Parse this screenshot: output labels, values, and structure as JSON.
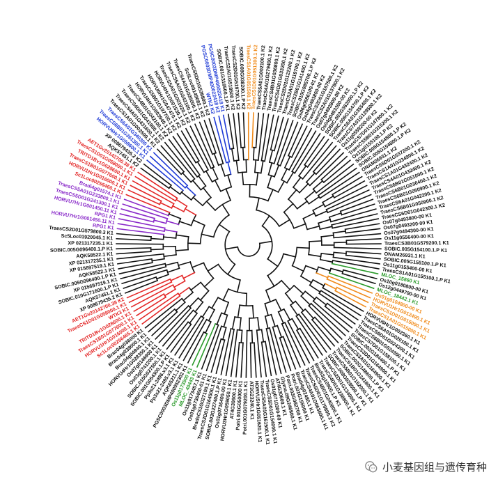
{
  "watermark": {
    "text": "小麦基因组与遗传育种",
    "icon": "wechat-icon"
  },
  "colors": {
    "black": "#111111",
    "blue": "#1f3bd6",
    "red": "#e32626",
    "purple": "#8a2bc9",
    "orange": "#f08b1b",
    "green": "#2a9a2a"
  },
  "tree": {
    "start_angle_deg": -101,
    "end_angle_deg": 257,
    "leaves": [
      {
        "label": "PGSC0003DMP400022418 K1",
        "color": "blue"
      },
      {
        "label": "SOBIC.001G316500.1.P K1",
        "color": "black"
      },
      {
        "label": "TraesCS2A01G518500.1 K2",
        "color": "black"
      },
      {
        "label": "TraesCS2D01G519700.1 K2",
        "color": "black"
      },
      {
        "label": "SOBIC.008G038200.1.P K2",
        "color": "black"
      },
      {
        "label": "TraesCS1A01G051500.1 K2",
        "color": "orange"
      },
      {
        "label": "TraesCS1D01G051300.1 K2",
        "color": "orange"
      },
      {
        "label": "TraesCS5A01G002100.1 K2",
        "color": "black"
      },
      {
        "label": "TraesCS4A01G279400.1 K2",
        "color": "black"
      },
      {
        "label": "TraesCS4B01G036800.1 K2",
        "color": "black"
      },
      {
        "label": "TraesCS4D01G033200.1 K2",
        "color": "black"
      },
      {
        "label": "TraesCS2D01G122200.1 K2",
        "color": "black"
      },
      {
        "label": "TraesCS2A01G119700.1 K2",
        "color": "black"
      },
      {
        "label": "TraesCS2B01G141400.1 K2",
        "color": "black"
      },
      {
        "label": "SOBIC.010G085700.1.P K2",
        "color": "black"
      },
      {
        "label": "Os06g0586100-01 K2",
        "color": "black"
      },
      {
        "label": "Os04g0493800-00 K2",
        "color": "black"
      },
      {
        "label": "TraesCS2D01G167500.1 K2",
        "color": "black"
      },
      {
        "label": "TraesCS2A01G137800.1 K2",
        "color": "black"
      },
      {
        "label": "Os07g0493800-00 K2",
        "color": "black"
      },
      {
        "label": "Os04g0493300-00 K2",
        "color": "black"
      },
      {
        "label": "SOBIC.002G362000.1.P K2",
        "color": "black"
      },
      {
        "label": "SOBIC.006G154700.1.P K2",
        "color": "black"
      },
      {
        "label": "TraesCS6A01G355400.1 K2",
        "color": "black"
      },
      {
        "label": "TraesCS7A01G129500.1 K2",
        "color": "black"
      },
      {
        "label": "Os11g0559200-00 K2",
        "color": "black"
      },
      {
        "label": "TraesCS7D01G147900.1 K2",
        "color": "black"
      },
      {
        "label": "TraesCS5B01G315200.1 K2",
        "color": "black"
      },
      {
        "label": "Os11g0155100.1.P K2",
        "color": "black"
      },
      {
        "label": "SOBIC.005G154800.1.P K2",
        "color": "black"
      },
      {
        "label": "SOBIC.005G154800.1.P K2",
        "color": "black"
      },
      {
        "label": "ONAM26931.1 K2",
        "color": "black"
      },
      {
        "label": "TraesCS5D01G537200.1 K2",
        "color": "black"
      },
      {
        "label": "TraesCS1A01G334900.1 K2",
        "color": "black"
      },
      {
        "label": "TraesCS1A01G432400.1 K2",
        "color": "black"
      },
      {
        "label": "TraesCS4A01G432400.1 K2",
        "color": "black"
      },
      {
        "label": "TraesCS6B01G051000.1 K2",
        "color": "black"
      },
      {
        "label": "TraesCS6B01G036400.1 K2",
        "color": "black"
      },
      {
        "label": "TraesCS6B01G050900.1 K2",
        "color": "black"
      },
      {
        "label": "TraesCS6A01G042200.1 K2",
        "color": "black"
      },
      {
        "label": "TraesCS6B01G050900.1 K2",
        "color": "black"
      },
      {
        "label": "TraesCS6D01G042300.1 K2",
        "color": "black"
      },
      {
        "label": "Os07g0493800-00 K1",
        "color": "black"
      },
      {
        "label": "Os07g0493200-00 K1",
        "color": "black"
      },
      {
        "label": "Os07g0494300-00 K1",
        "color": "black"
      },
      {
        "label": "Os11g0556400-00 K1",
        "color": "black"
      },
      {
        "label": "TraesCS3B01G579200.1 K1",
        "color": "black"
      },
      {
        "label": "SOBIC.005G154100.1.P K1",
        "color": "black"
      },
      {
        "label": "ONAM26931.1 K1",
        "color": "black"
      },
      {
        "label": "SOBIC.005G155100.1.P K1",
        "color": "black"
      },
      {
        "label": "Os11g0155400-00 K1",
        "color": "black"
      },
      {
        "label": "TraesCS1A01G155100.1.P K1",
        "color": "black"
      },
      {
        "label": "MLOC_15860 K1",
        "color": "green"
      },
      {
        "label": "Os10g0180800-00 K1",
        "color": "black"
      },
      {
        "label": "Os12g0449700-00 K1",
        "color": "black"
      },
      {
        "label": "MLOC_18442.1 K1",
        "color": "green"
      },
      {
        "label": "Os01g0104800-00 K1",
        "color": "orange"
      },
      {
        "label": "HORVU1Hr1G012490.1 K1",
        "color": "orange"
      },
      {
        "label": "TraesCS1D01G015000.1 K1",
        "color": "orange"
      },
      {
        "label": "TraesCS1A01G015000.1 K1",
        "color": "orange"
      },
      {
        "label": "HORVU6Hr1G002360.1 K1",
        "color": "black"
      },
      {
        "label": "TraesCS6A01G020100.1 K1",
        "color": "black"
      },
      {
        "label": "TraesCS6D01G024300.1 K1",
        "color": "black"
      },
      {
        "label": "TraesCS6B01G024300.1 K1",
        "color": "black"
      },
      {
        "label": "TraesCS7D01G158100.1 K1",
        "color": "black"
      },
      {
        "label": "SOBIC.002G184400.1.P K1",
        "color": "black"
      },
      {
        "label": "TraesCS3D01G164900.1 K1",
        "color": "black"
      },
      {
        "label": "TraesCS3A01G164900.1 K1",
        "color": "black"
      },
      {
        "label": "SOBIC.002G148600.1.P K1",
        "color": "black"
      },
      {
        "label": "TraesCS1B01G241800.1 K1",
        "color": "black"
      },
      {
        "label": "TraesCS5B01G152000.1 K1",
        "color": "black"
      },
      {
        "label": "SOBIC.008G028500.1.P K1",
        "color": "black"
      },
      {
        "label": "TraesCS2D01G134000.1 K1",
        "color": "black"
      },
      {
        "label": "TraesCS4D01G238800.1 K1",
        "color": "black"
      },
      {
        "label": "Bradi3g10900.1.P K1",
        "color": "black"
      },
      {
        "label": "TraesCS4B01G240800.1 K1",
        "color": "black"
      },
      {
        "label": "TraesCS5D01G179800.3 K2",
        "color": "black"
      },
      {
        "label": "TraesCS4A01G063600.1 K1",
        "color": "black"
      },
      {
        "label": "Bradi4g02480.1 K1",
        "color": "black"
      },
      {
        "label": "Potri.001G155000 K1",
        "color": "black"
      },
      {
        "label": "Potri.003G082700 K1",
        "color": "black"
      },
      {
        "label": "Glyma.09G246800.1 K1",
        "color": "black"
      },
      {
        "label": "AT4G30600.1 K1",
        "color": "black"
      },
      {
        "label": "Os01g0710300-00 K1",
        "color": "black"
      },
      {
        "label": "TraesCS5D01G154000.1 K1",
        "color": "black"
      },
      {
        "label": "TraesCS5A01G161500.1 K1",
        "color": "black"
      },
      {
        "label": "HORVU5Hr1G051620.1 K1",
        "color": "black"
      },
      {
        "label": "AT3G23240.1 K1",
        "color": "black"
      },
      {
        "label": "Potri.001G079200.1 K1",
        "color": "black"
      },
      {
        "label": "Potri.001G050000 K1",
        "color": "black"
      },
      {
        "label": "AT4G30600.1 K1",
        "color": "black"
      },
      {
        "label": "HORVU3Hr1G059050.1 K1",
        "color": "black"
      },
      {
        "label": "Os01g0716400-00 K1",
        "color": "black"
      },
      {
        "label": "SOBIC.003G227400.1.P K1",
        "color": "black"
      },
      {
        "label": "TraesCS3D01G164500.1 K1",
        "color": "black"
      },
      {
        "label": "BradsCS1G027100.1 K1",
        "color": "black"
      },
      {
        "label": "Os01g0736400-01 K1",
        "color": "black"
      },
      {
        "label": "Os11g0173457.1 K1",
        "color": "black"
      },
      {
        "label": "MLOC_40443 K1",
        "color": "green"
      },
      {
        "label": "Os11g0173500 K1",
        "color": "green"
      },
      {
        "label": "PGSC0003DMP400052302 K1",
        "color": "black"
      },
      {
        "label": "AQK65211.1 K1",
        "color": "black"
      },
      {
        "label": "Pp3s21-2495.v3.1 K1",
        "color": "black"
      },
      {
        "label": "Pp3s21-2496.v3.1 K1",
        "color": "black"
      },
      {
        "label": "SOBIC.001G054300.1.P K1",
        "color": "black"
      },
      {
        "label": "SOBIC.010G027500.1 K1",
        "color": "black"
      },
      {
        "label": "Os03g0741200.1 K1",
        "color": "black"
      },
      {
        "label": "Os07g0146900 K1",
        "color": "black"
      },
      {
        "label": "HORVU4Hr1G028350.1 K1",
        "color": "black"
      },
      {
        "label": "Brac04g04840.1 K1",
        "color": "black"
      },
      {
        "label": "Brac04g038000.1 K1",
        "color": "black"
      },
      {
        "label": "Brac04g036000 K1",
        "color": "black"
      },
      {
        "label": "Sc1Loc00256465.1 K1",
        "color": "red"
      },
      {
        "label": "HORVU1Hr1G016000.1 K1",
        "color": "red"
      },
      {
        "label": "TraesCS1B01G077600.1 K1",
        "color": "red"
      },
      {
        "label": "TRITD1Bv1G028600.1 K1",
        "color": "red"
      },
      {
        "label": "WTK3 K1",
        "color": "red"
      },
      {
        "label": "TraesCS1D01G058000.1 K1",
        "color": "red"
      },
      {
        "label": "AET1Gv20142700.38 K2",
        "color": "red"
      },
      {
        "label": "XP 008679435.2 K1",
        "color": "black"
      },
      {
        "label": "AQK57451.1 K1",
        "color": "black"
      },
      {
        "label": "SOBIC.010G171600.1.P K1",
        "color": "black"
      },
      {
        "label": "XP 015697519.1 K1",
        "color": "black"
      },
      {
        "label": "SOBIC.005G096400.1.P K1",
        "color": "black"
      },
      {
        "label": "AQK58522.1 K1",
        "color": "black"
      },
      {
        "label": "XP 015697519.1 K1",
        "color": "black"
      },
      {
        "label": "XP 021317235.1 K1",
        "color": "black"
      },
      {
        "label": "AQK58522.1 K1",
        "color": "black"
      },
      {
        "label": "SOBIC.005G096400.1.P K1",
        "color": "black"
      },
      {
        "label": "XP 021317235.1 K1",
        "color": "black"
      },
      {
        "label": "Sc5Loc01920045.1 K1",
        "color": "black"
      },
      {
        "label": "TraesCS2D01G579800.3 K1",
        "color": "black"
      },
      {
        "label": "RPG1 K1",
        "color": "purple"
      },
      {
        "label": "HORVU7Hr1G001450.11 K1",
        "color": "purple"
      },
      {
        "label": "RPG1 K1",
        "color": "purple"
      },
      {
        "label": "HORVU7Hr1G001450.11 K1",
        "color": "purple"
      },
      {
        "label": "TraesCS5D01G241300.1 K1",
        "color": "purple"
      },
      {
        "label": "TraesCS5A01G233800.1 K1",
        "color": "purple"
      },
      {
        "label": "Bradi4g01574.1 K1",
        "color": "purple"
      },
      {
        "label": "Sc1Loc00256460.1 K1",
        "color": "red"
      },
      {
        "label": "HORVU1Hr1G016000.1 K1",
        "color": "red"
      },
      {
        "label": "TraesCS1B01G077600.1 K1",
        "color": "red"
      },
      {
        "label": "TRITD1Bv1G028600.1 K1",
        "color": "red"
      },
      {
        "label": "TraesCS1D01G058000.1 K1",
        "color": "red"
      },
      {
        "label": "AET1Gv20142700.38 K1",
        "color": "red"
      },
      {
        "label": "AQK57451.1 K2",
        "color": "black"
      },
      {
        "label": "XP 008679435.2 K2",
        "color": "black"
      },
      {
        "label": "HORVU6Hr1G058600.1 K1",
        "color": "blue"
      },
      {
        "label": "TraesCS6B01G361300.1 K1",
        "color": "blue"
      },
      {
        "label": "TraesCS6A01G340300 K1",
        "color": "blue"
      },
      {
        "label": "TraesCS1A01G002500.1 K1",
        "color": "black"
      },
      {
        "label": "TraesCS4A01G431600.1 K2",
        "color": "black"
      },
      {
        "label": "TraesCS4D01G041900.1 K2",
        "color": "black"
      },
      {
        "label": "TraesCS4B01G042100.1 K2",
        "color": "black"
      },
      {
        "label": "HORVU4Hr1G003940.1 K2",
        "color": "black"
      },
      {
        "label": "TraesCS5B01G197700.1 K2",
        "color": "black"
      },
      {
        "label": "HORVU6Hr1G047470.1 K2",
        "color": "black"
      },
      {
        "label": "HORVU4Hr1G001530.1 K2",
        "color": "black"
      },
      {
        "label": "TraesCS5A01G001920.1 K2",
        "color": "black"
      },
      {
        "label": "TraesCS5A01G543100.1 K2",
        "color": "black"
      },
      {
        "label": "TraesCS4A01G035000.1 K2",
        "color": "black"
      },
      {
        "label": "Sc5Loc00149082.1 K2",
        "color": "black"
      },
      {
        "label": "TraesCS5D01G536800.1 K2",
        "color": "black"
      },
      {
        "label": "WTK2 K2",
        "color": "blue"
      },
      {
        "label": "PGSC0003DMP400022418 K2",
        "color": "blue"
      }
    ]
  }
}
